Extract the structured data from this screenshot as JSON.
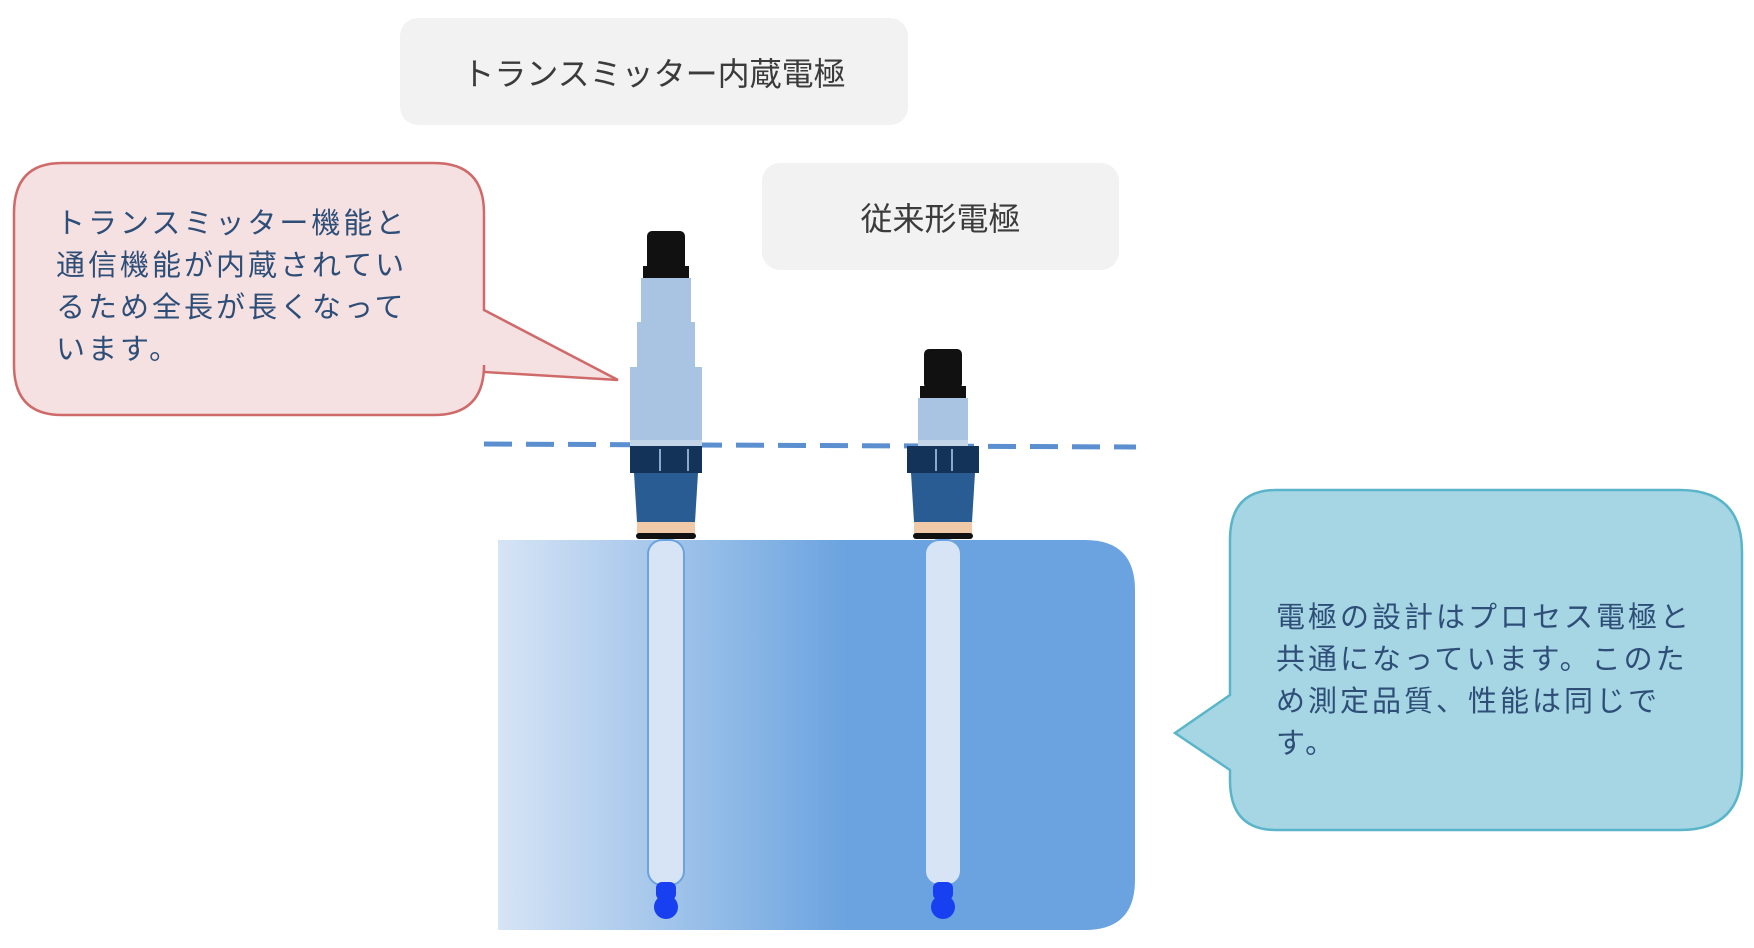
{
  "labels": {
    "integrated_title": "トランスミッター内蔵電極",
    "conventional_title": "従来形電極"
  },
  "callouts": {
    "left_text": "トランスミッター機能と\n通信機能が内蔵されてい\nるため全長が長くなって\nいます。",
    "right_text": "電極の設計はプロセス電極と\n共通になっています。このた\nめ測定品質、性能は同じです。"
  },
  "colors": {
    "left_callout_fill": "#f5e1e1",
    "left_callout_stroke": "#cf6a6a",
    "right_callout_fill": "#a6d6e4",
    "right_callout_stroke": "#5ab5cb",
    "tank_light": "#d6e4f5",
    "tank_dark": "#6aa3df",
    "dashed_line": "#5b8fcf",
    "electrode_body": "#a8c4e2",
    "electrode_cap": "#111111",
    "electrode_nut": "#2a5c94",
    "electrode_band": "#f0c9a8",
    "glass_tube": "#d6e4f5",
    "bulb": "#1840f0",
    "text_color": "#2e4e78"
  }
}
